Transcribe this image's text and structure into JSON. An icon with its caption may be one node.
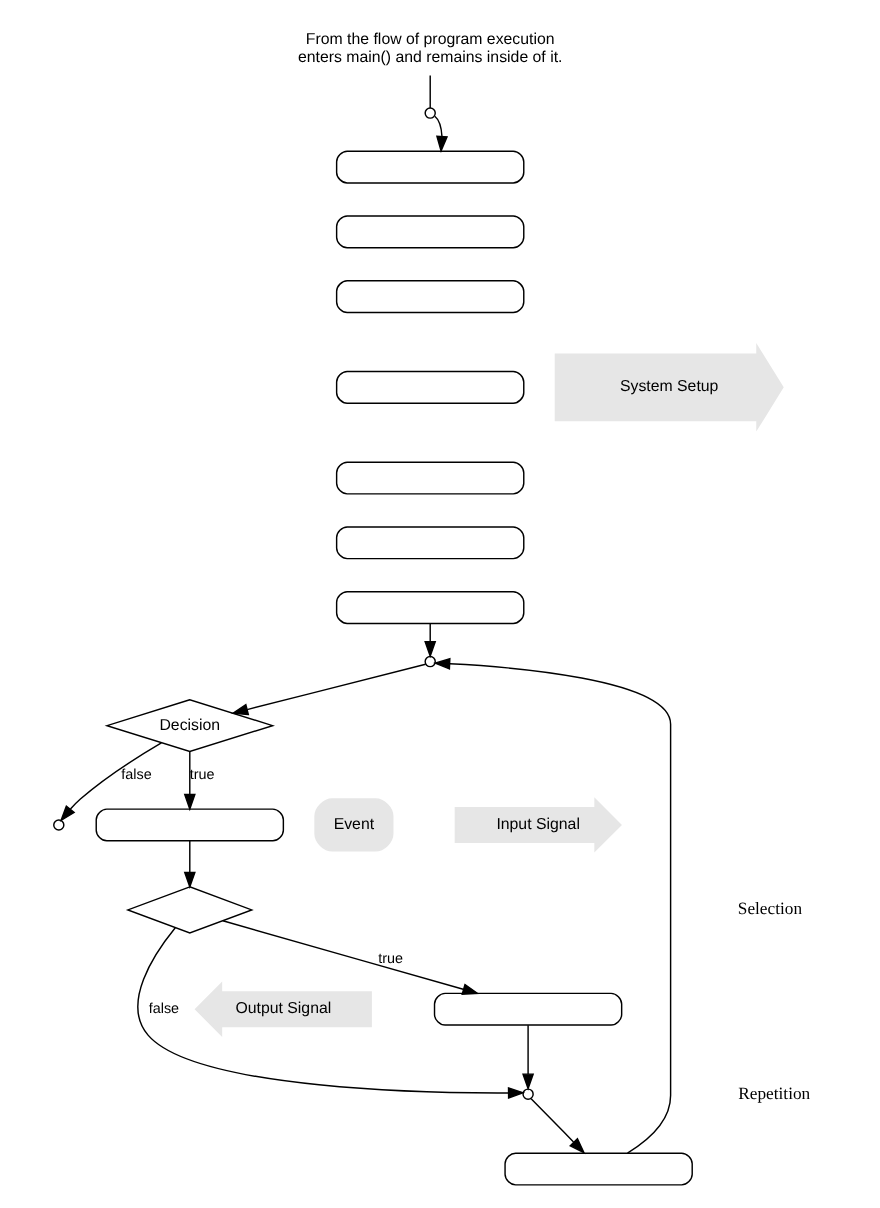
{
  "diagram": {
    "nodes": [
      {
        "text": [
          "From the flow of program execution enters main() and remains inside of it."
        ]
      },
      {
        "text": [],
        "shape": "circle"
      },
      {
        "text": [],
        "shape": "box"
      },
      {
        "text": [],
        "shape": "box"
      },
      {
        "text": [],
        "shape": "box"
      },
      {
        "text": [],
        "shape": "box"
      },
      {
        "text": [],
        "shape": "box"
      },
      {
        "text": [],
        "shape": "box"
      },
      {
        "text": [],
        "shape": "box"
      },
      {
        "text": [
          "System Setup"
        ]
      },
      {
        "text": [],
        "shape": "circle"
      },
      {
        "text": [
          "Decision"
        ]
      },
      {
        "text": [],
        "shape": "box"
      },
      {
        "text": [
          "Event"
        ]
      },
      {
        "text": [
          "Input Signal"
        ]
      },
      {
        "text": [],
        "shape": "diamond"
      },
      {
        "text": [],
        "shape": "box"
      },
      {
        "text": [
          "Output Signal"
        ]
      },
      {
        "text": [],
        "shape": "circle"
      },
      {
        "text": [],
        "shape": "box"
      },
      {
        "text": [],
        "shape": "circle"
      }
    ],
    "edges": [
      {
        "from": 0,
        "to": 1,
        "arrow": "none"
      },
      {
        "from": 1,
        "to": 2,
        "arrow": "to"
      },
      {
        "from": 8,
        "to": 10,
        "arrow": "to"
      },
      {
        "from": 10,
        "to": 11,
        "arrow": "to"
      },
      {
        "from": 11,
        "to": 12,
        "arrow": "to",
        "label": "true"
      },
      {
        "from": 12,
        "to": 15,
        "arrow": "to"
      },
      {
        "from": 15,
        "to": 16,
        "arrow": "to",
        "label": "true"
      },
      {
        "from": 15,
        "to": 18,
        "arrow": "to",
        "label": "false"
      },
      {
        "from": 16,
        "to": 18,
        "arrow": "to"
      },
      {
        "from": 18,
        "to": 19,
        "arrow": "to"
      },
      {
        "from": 19,
        "to": 10,
        "arrow": "to"
      },
      {
        "from": 11,
        "to": 20,
        "arrow": "to",
        "label": "false"
      }
    ],
    "labels": [
      "Selection",
      "Repetition"
    ]
  }
}
